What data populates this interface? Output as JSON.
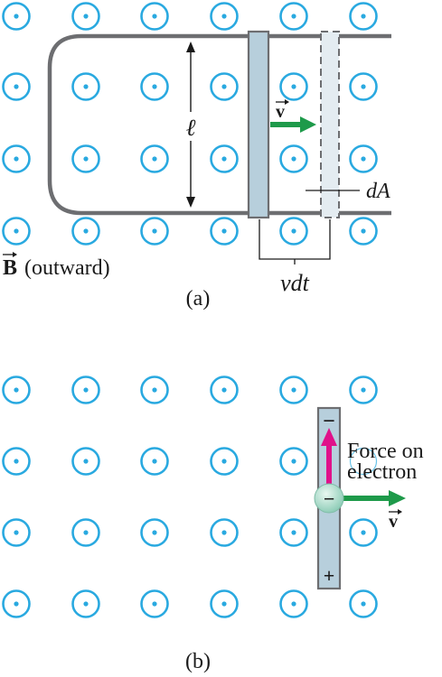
{
  "panel_a": {
    "caption": "(a)",
    "field_label_symbol": "B",
    "field_label_text": "(outward)",
    "length_label": "ℓ",
    "velocity_label": "v",
    "area_label": "dA",
    "displacement_label": "vdt"
  },
  "panel_b": {
    "caption": "(b)",
    "force_label_line1": "Force on",
    "force_label_line2": "electron",
    "velocity_label": "v",
    "minus_top": "−",
    "plus_bottom": "+",
    "electron_sign": "−"
  },
  "colors": {
    "field_symbol": "#29a9e0",
    "rail": "#6d6e71",
    "rod_fill": "#b7cfdc",
    "rod_stroke": "#6d6e71",
    "velocity_arrow": "#1e9a4a",
    "force_arrow": "#e0118a",
    "electron": "#a9dccb"
  }
}
